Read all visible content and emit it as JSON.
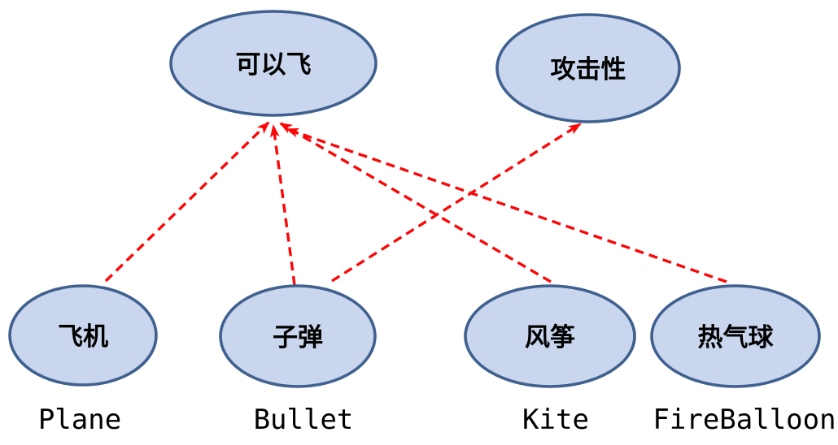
{
  "colors": {
    "node_fill": "#c9d6ed",
    "node_border": "#40618f",
    "arrow": "#fb0707",
    "label": "#000000",
    "bg": "#ffffff"
  },
  "nodes": {
    "can_fly": {
      "label": "可以飞"
    },
    "aggressive": {
      "label": "攻击性"
    },
    "plane": {
      "label": "飞机",
      "caption": "Plane"
    },
    "bullet": {
      "label": "子弹",
      "caption": "Bullet"
    },
    "kite": {
      "label": "风筝",
      "caption": "Kite"
    },
    "fireballoon": {
      "label": "热气球",
      "caption": "FireBalloon"
    }
  },
  "edges": [
    {
      "from": "plane",
      "to": "can_fly",
      "style": "red-dashed-arrow"
    },
    {
      "from": "bullet",
      "to": "can_fly",
      "style": "red-dashed-arrow"
    },
    {
      "from": "kite",
      "to": "can_fly",
      "style": "red-dashed-arrow"
    },
    {
      "from": "fireballoon",
      "to": "can_fly",
      "style": "red-dashed-arrow"
    },
    {
      "from": "bullet",
      "to": "aggressive",
      "style": "red-dashed-arrow"
    }
  ]
}
